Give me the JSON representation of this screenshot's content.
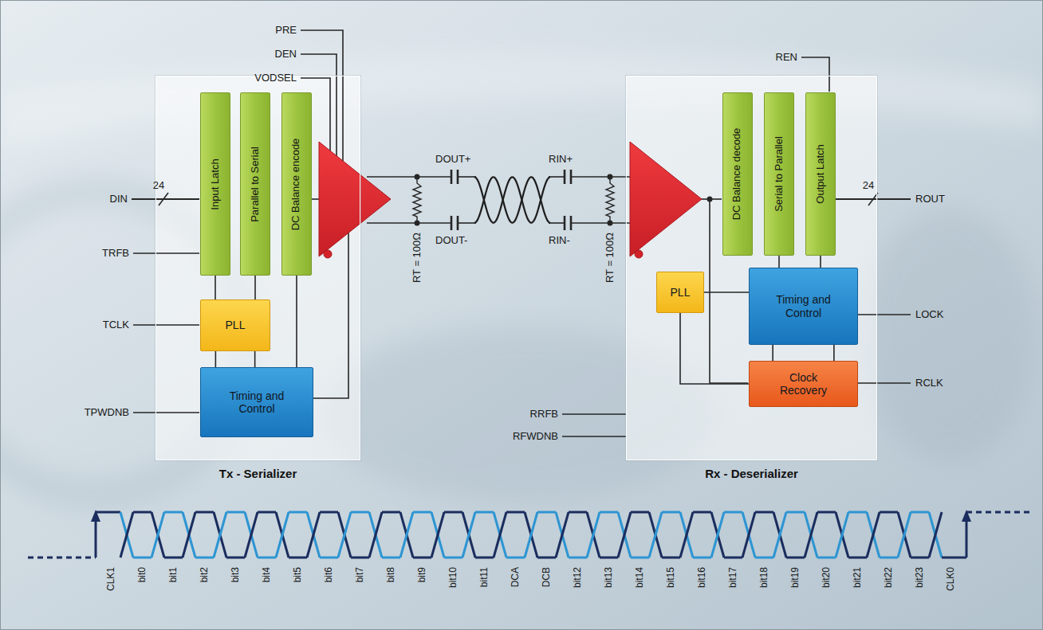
{
  "diagram": {
    "nodes": [
      {
        "text": [
          "Tx - Serializer"
        ]
      },
      {
        "text": [
          "Input Latch"
        ],
        "in": 0
      },
      {
        "text": [
          "Parallel to Serial"
        ],
        "in": 0
      },
      {
        "text": [
          "DC Balance encode"
        ],
        "in": 0
      },
      {
        "text": [
          "PLL"
        ],
        "in": 0
      },
      {
        "text": [
          "Timing and Control"
        ],
        "in": 0
      },
      {
        "text": [
          "Rx - Deserializer"
        ]
      },
      {
        "text": [
          "DC Balance decode"
        ],
        "in": 6
      },
      {
        "text": [
          "Serial to Parallel"
        ],
        "in": 6
      },
      {
        "text": [
          "Output Latch"
        ],
        "in": 6
      },
      {
        "text": [
          "PLL"
        ],
        "in": 6
      },
      {
        "text": [
          "Timing and Control"
        ],
        "in": 6
      },
      {
        "text": [
          "Clock Recovery"
        ],
        "in": 6
      }
    ],
    "edges": [
      {
        "from": 1,
        "to": 4,
        "arrow": "none"
      },
      {
        "from": 2,
        "to": 4,
        "arrow": "none"
      },
      {
        "from": 4,
        "to": 5,
        "arrow": "none"
      },
      {
        "from": 4,
        "to": 5,
        "arrow": "none"
      },
      {
        "from": 3,
        "to": 5,
        "arrow": "none"
      },
      {
        "from": 10,
        "to": 11,
        "arrow": "none"
      },
      {
        "from": 8,
        "to": 11,
        "arrow": "none"
      },
      {
        "from": 9,
        "to": 11,
        "arrow": "none"
      },
      {
        "from": 11,
        "to": 12,
        "arrow": "none"
      },
      {
        "from": 11,
        "to": 12,
        "arrow": "none"
      },
      {
        "from": 10,
        "to": 12,
        "arrow": "none"
      }
    ],
    "labels": [
      "PRE",
      "DEN",
      "VODSEL",
      "DIN",
      "24",
      "TRFB",
      "TCLK",
      "TPWDNB",
      "DOUT+",
      "DOUT-",
      "RT = 100Ω",
      "RIN+",
      "RIN-",
      "RT = 100Ω",
      "REN",
      "24",
      "ROUT",
      "LOCK",
      "RCLK",
      "RRFB",
      "RFWDNB",
      "CLK1",
      "bit0",
      "bit1",
      "bit2",
      "bit3",
      "bit4",
      "bit5",
      "bit6",
      "bit7",
      "bit8",
      "bit9",
      "bit10",
      "bit11",
      "DCA",
      "DCB",
      "bit12",
      "bit13",
      "bit14",
      "bit15",
      "bit16",
      "bit17",
      "bit18",
      "bit19",
      "bit20",
      "bit21",
      "bit22",
      "bit23",
      "CLK0"
    ]
  }
}
